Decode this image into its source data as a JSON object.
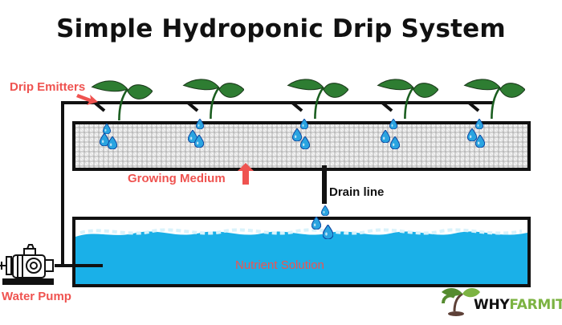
{
  "title": "Simple Hydroponic Drip System",
  "labels": {
    "drip_emitters": "Drip Emitters",
    "growing_medium": "Growing Medium",
    "drain_line": "Drain line",
    "nutrient_solution": "Nutrient Solution",
    "water_pump": "Water Pump"
  },
  "brand": {
    "part1": "WHY",
    "part2": "FARMIT"
  },
  "icons": [
    "plant-icon",
    "water-drop-icon",
    "pump-icon",
    "arrow-icon",
    "farm-logo-icon"
  ],
  "colors": {
    "label_red": "#ef5350",
    "water_blue": "#1ab0e8",
    "drop_blue": "#2aa4e0",
    "leaf_green": "#2e7d32",
    "logo_green": "#7cb342"
  }
}
